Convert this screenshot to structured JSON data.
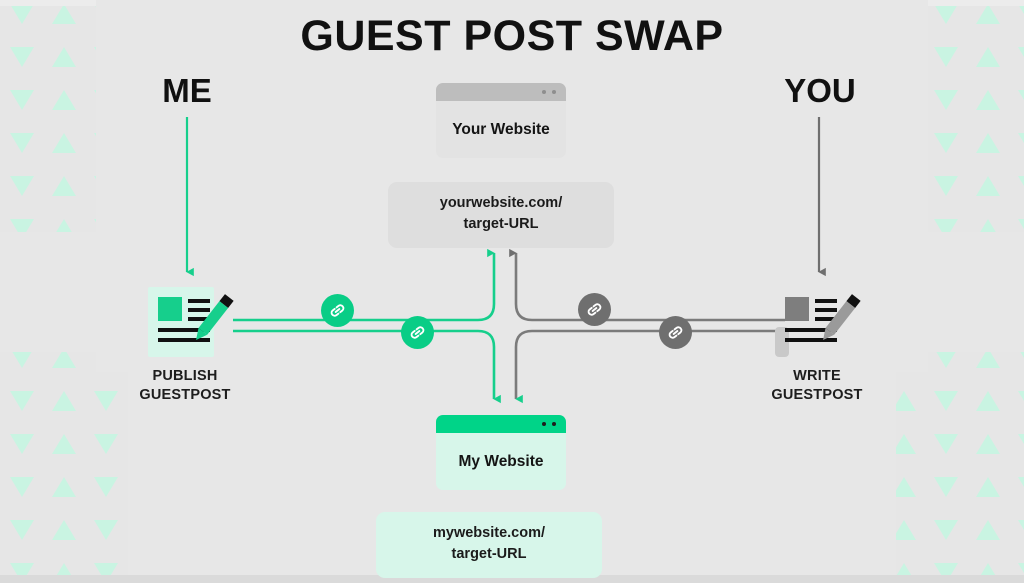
{
  "title": "GUEST POST SWAP",
  "actors": {
    "left": {
      "label": "ME"
    },
    "right": {
      "label": "YOU"
    }
  },
  "icons": {
    "publish": {
      "name": "publish-guestpost-icon",
      "caption_line1": "PUBLISH",
      "caption_line2": "GUESTPOST"
    },
    "write": {
      "name": "write-guestpost-icon",
      "caption_line1": "WRITE",
      "caption_line2": "GUESTPOST"
    },
    "link_badge": "link-chain-icon"
  },
  "cards": {
    "your_website": {
      "title": "Your Website",
      "url_line1": "yourwebsite.com/",
      "url_line2": "target-URL"
    },
    "my_website": {
      "title": "My Website",
      "url_line1": "mywebsite.com/",
      "url_line2": "target-URL"
    }
  },
  "link_badges": [
    {
      "id": "green-1",
      "color": "#09cd86"
    },
    {
      "id": "green-2",
      "color": "#09cd86"
    },
    {
      "id": "gray-1",
      "color": "#6f6f6f"
    },
    {
      "id": "gray-2",
      "color": "#6f6f6f"
    }
  ],
  "colors": {
    "accent_green": "#09cd86",
    "card_green": "#00d488",
    "mint_bg": "#d7f6ea",
    "pattern_triangle": "#c9f4e2",
    "gray_line": "#7b7b7b",
    "page_bg": "#e6e6e6",
    "text_dark": "#111111"
  }
}
